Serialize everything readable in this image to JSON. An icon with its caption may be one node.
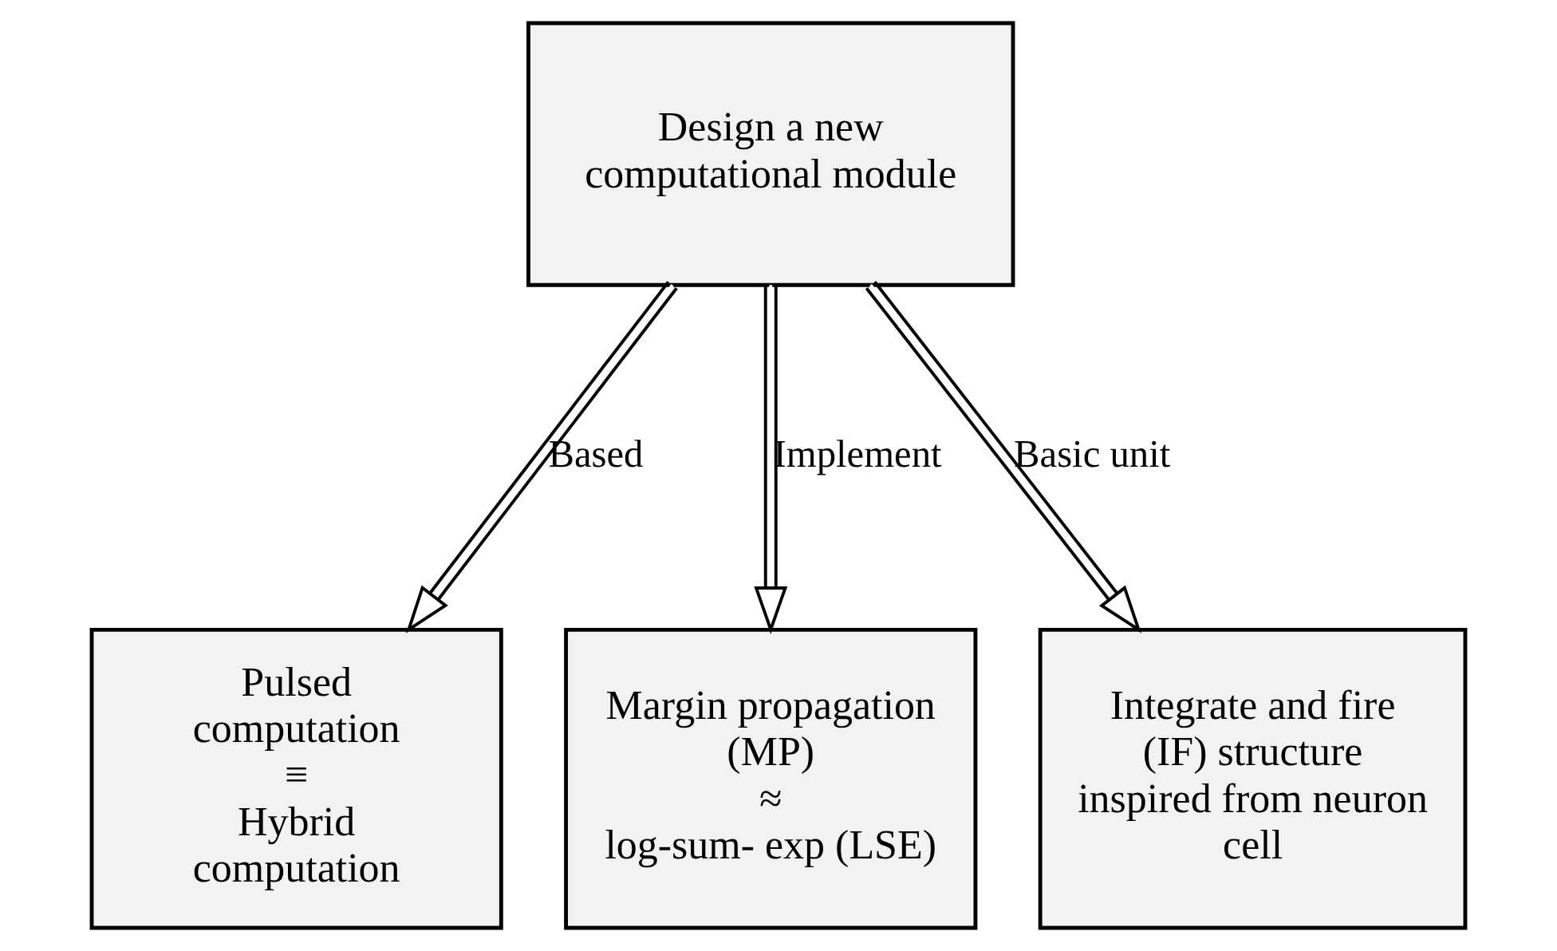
{
  "diagram": {
    "nodes": [
      {
        "text": [
          "Design a new computational module"
        ]
      },
      {
        "text": [
          "Pulsed computation",
          "≡",
          "Hybrid computation"
        ]
      },
      {
        "text": [
          "Margin propagation (MP)",
          "≈",
          "log-sum- exp (LSE)"
        ]
      },
      {
        "text": [
          "Integrate and fire (IF) structure inspired from neuron cell"
        ]
      }
    ],
    "edges": [
      {
        "from": 0,
        "to": 1,
        "arrow": "to",
        "label": "Based"
      },
      {
        "from": 0,
        "to": 2,
        "arrow": "to",
        "label": "Implement"
      },
      {
        "from": 0,
        "to": 3,
        "arrow": "to",
        "label": "Basic unit"
      }
    ]
  }
}
